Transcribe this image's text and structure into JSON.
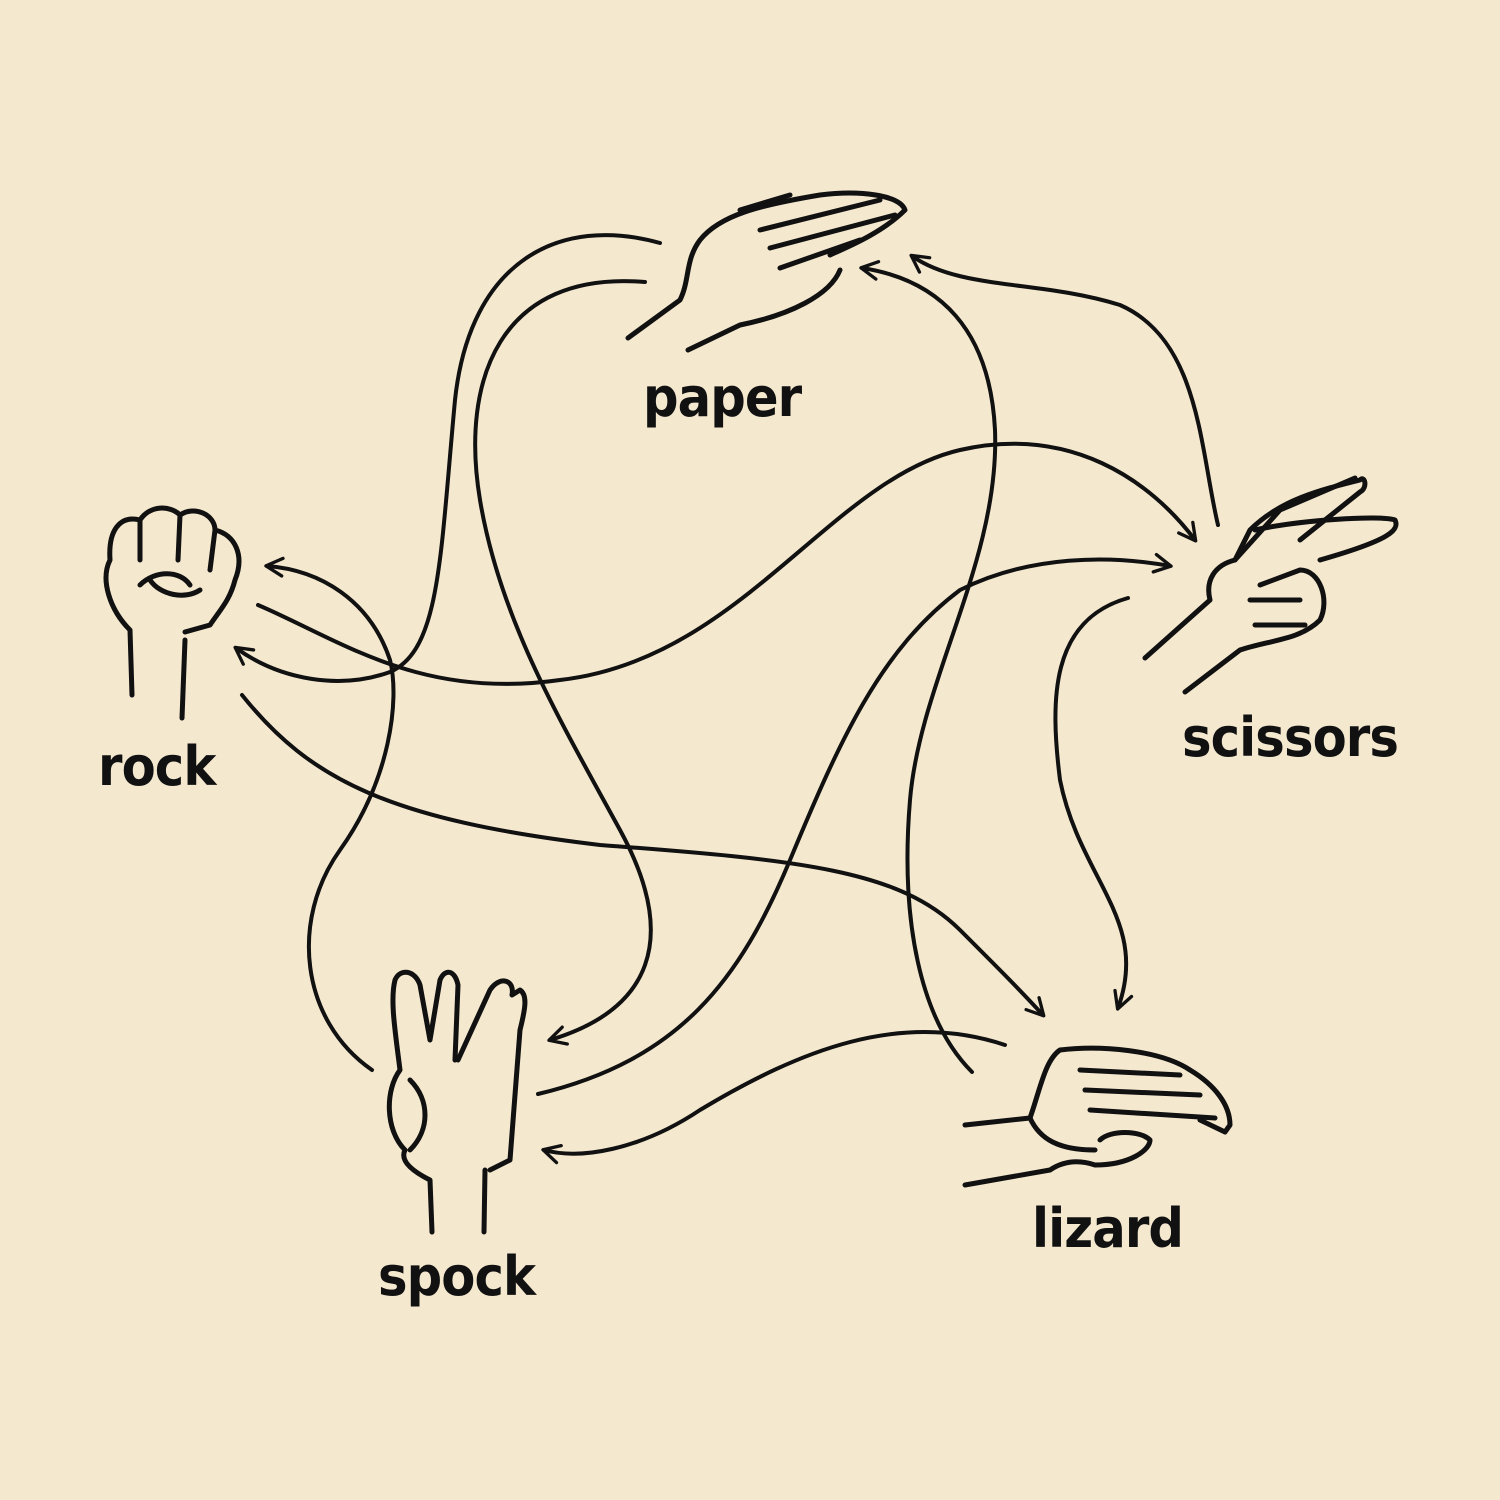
{
  "title": "rock paper scissors lizard spock",
  "nodes": {
    "paper": "paper",
    "rock": "rock",
    "scissors": "scissors",
    "spock": "spock",
    "lizard": "lizard"
  },
  "colors": {
    "background": "#f4e8cf",
    "ink": "#111111"
  }
}
